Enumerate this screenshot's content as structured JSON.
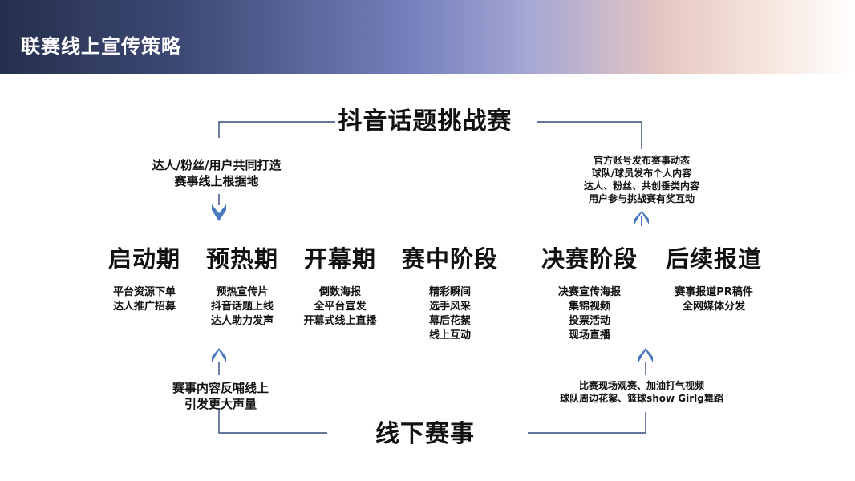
{
  "header": {
    "title": "联赛线上宣传策略"
  },
  "hubs": {
    "top": "抖音话题挑战赛",
    "bottom": "线下赛事"
  },
  "notes": {
    "top_left": [
      "达人/粉丝/用户共同打造",
      "赛事线上根据地"
    ],
    "top_right": [
      "官方账号发布赛事动态",
      "球队/球员发布个人内容",
      "达人、粉丝、共创垂类内容",
      "用户参与挑战赛有奖互动"
    ],
    "bottom_left": [
      "赛事内容反哺线上",
      "引发更大声量"
    ],
    "bottom_right": [
      "比赛现场观赛、加油打气视频",
      "球队周边花絮、篮球show Girlg舞蹈"
    ]
  },
  "stages": [
    {
      "title": "启动期",
      "items": [
        "平台资源下单",
        "达人推广招募"
      ]
    },
    {
      "title": "预热期",
      "items": [
        "预热宣传片",
        "抖音话题上线",
        "达人助力发声"
      ]
    },
    {
      "title": "开幕期",
      "items": [
        "倒数海报",
        "全平台宣发",
        "开幕式线上直播"
      ]
    },
    {
      "title": "赛中阶段",
      "items": [
        "精彩瞬间",
        "选手风采",
        "幕后花絮",
        "线上互动"
      ]
    },
    {
      "title": "决赛阶段",
      "items": [
        "决赛宣传海报",
        "集锦视频",
        "投票活动",
        "现场直播"
      ]
    },
    {
      "title": "后续报道",
      "items": [
        "赛事报道PR稿件",
        "全网媒体分发"
      ]
    }
  ],
  "colors": {
    "connector": "#2f4a7e",
    "arrow": "#4b79c0",
    "text": "#111111"
  },
  "icons": [
    "arrow-down-icon",
    "arrow-up-icon"
  ]
}
